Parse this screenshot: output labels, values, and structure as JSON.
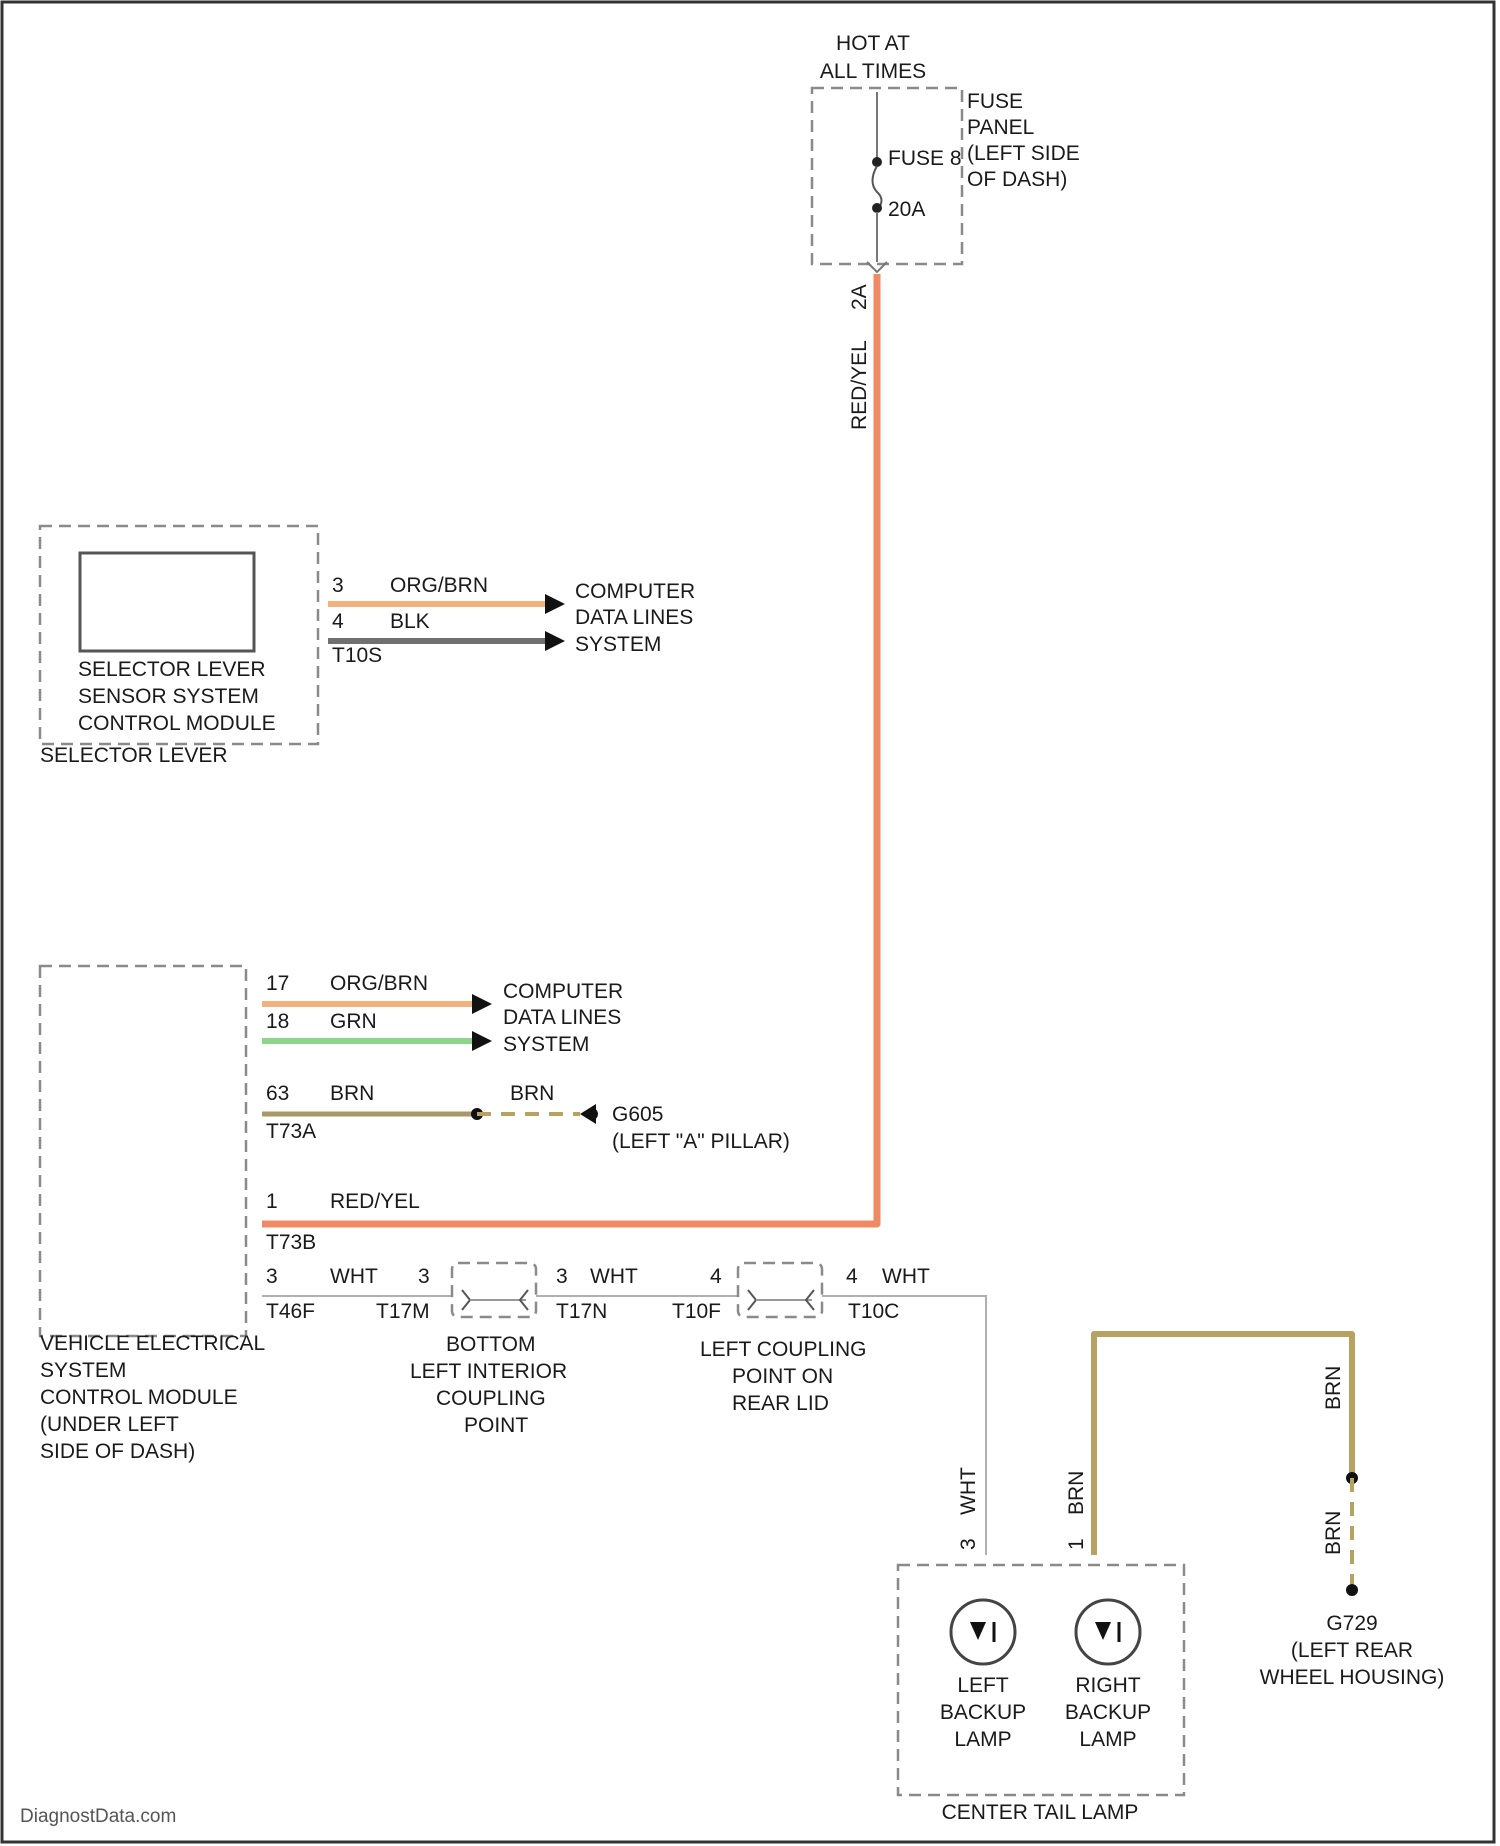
{
  "colors": {
    "red_yel": "#f08a62",
    "org_brn": "#f2b27e",
    "blk": "#707070",
    "grn": "#8ed48a",
    "brn": "#a89768",
    "brn_dark": "#b7a261",
    "wht": "#cfcfcf",
    "dashed_box": "#8a8a8a",
    "text": "#1a1a1a"
  },
  "fuse_panel": {
    "hot_label": [
      "HOT AT",
      "ALL TIMES"
    ],
    "panel_label": [
      "FUSE",
      "PANEL",
      "(LEFT SIDE",
      "OF DASH)"
    ],
    "fuse_name": "FUSE 8",
    "fuse_rating": "20A",
    "terminal": "2A",
    "wire_color": "RED/YEL"
  },
  "selector_module": {
    "label": [
      "SELECTOR LEVER",
      "SENSOR SYSTEM",
      "CONTROL MODULE"
    ],
    "location": "SELECTOR LEVER",
    "connector": "T10S",
    "wires": [
      {
        "pin": "3",
        "color": "ORG/BRN"
      },
      {
        "pin": "4",
        "color": "BLK"
      }
    ],
    "destination": [
      "COMPUTER",
      "DATA LINES",
      "SYSTEM"
    ]
  },
  "vehicle_module": {
    "label": [
      "VEHICLE ELECTRICAL",
      "SYSTEM",
      "CONTROL MODULE",
      "(UNDER LEFT",
      "SIDE OF DASH)"
    ],
    "data_wires": [
      {
        "pin": "17",
        "color": "ORG/BRN"
      },
      {
        "pin": "18",
        "color": "GRN"
      }
    ],
    "data_destination": [
      "COMPUTER",
      "DATA LINES",
      "SYSTEM"
    ],
    "ground_wire": {
      "pin": "63",
      "color": "BRN",
      "color2": "BRN",
      "connector": "T73A",
      "ground": "G605",
      "ground_location": "(LEFT \"A\" PILLAR)"
    },
    "power_wire": {
      "pin": "1",
      "color": "RED/YEL",
      "connector": "T73B"
    },
    "output_wire": {
      "pin": "3",
      "connector": "T46F",
      "color": "WHT",
      "coupling1": {
        "pin_in": "3",
        "pin_out": "3",
        "conn_in": "T17M",
        "conn_out": "T17N",
        "label": [
          "BOTTOM",
          "LEFT INTERIOR",
          "COUPLING",
          "POINT"
        ]
      },
      "color2": "WHT",
      "coupling2": {
        "pin_in": "4",
        "pin_out": "4",
        "conn_in": "T10F",
        "conn_out": "T10C",
        "label": [
          "LEFT COUPLING",
          "POINT ON",
          "REAR LID"
        ]
      },
      "color3": "WHT"
    }
  },
  "tail_lamp": {
    "label": "CENTER TAIL LAMP",
    "wire_in": {
      "pin": "3",
      "color": "WHT"
    },
    "wire_gnd": {
      "pin": "1",
      "color": "BRN"
    },
    "lamps": [
      {
        "name": [
          "LEFT",
          "BACKUP",
          "LAMP"
        ]
      },
      {
        "name": [
          "RIGHT",
          "BACKUP",
          "LAMP"
        ]
      }
    ]
  },
  "ground_g": {
    "wire_color_top": "BRN",
    "wire_color_bottom": "BRN",
    "name": "G729",
    "location": [
      "(LEFT REAR",
      "WHEEL HOUSING)"
    ]
  },
  "watermark": "DiagnostData.com"
}
